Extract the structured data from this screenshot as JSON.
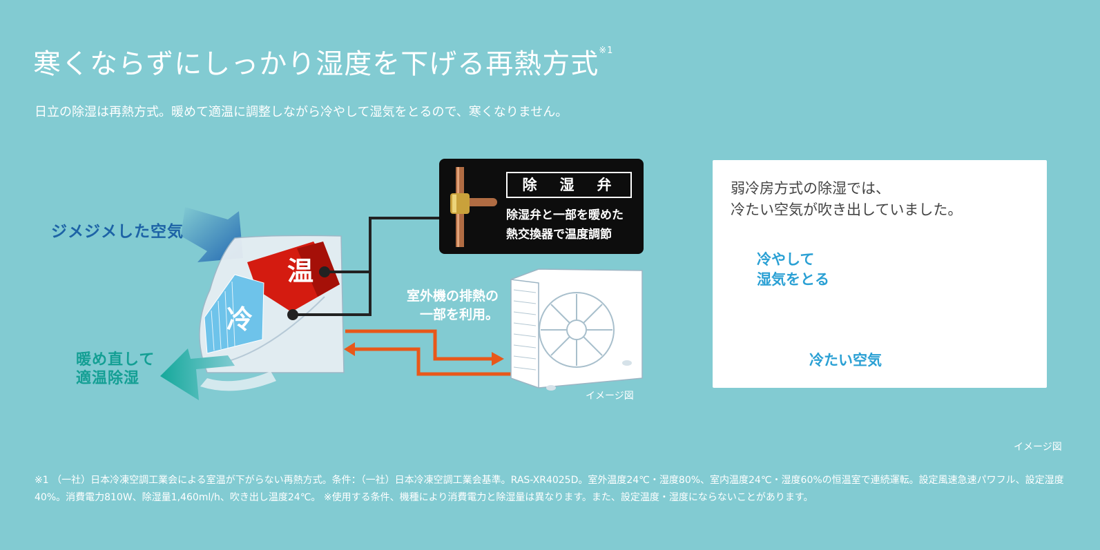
{
  "header": {
    "title": "寒くならずにしっかり湿度を下げる再熱方式",
    "title_note": "※1",
    "subtitle": "日立の除湿は再熱方式。暖めて適温に調整しながら冷やして湿気をとるので、寒くなりません。"
  },
  "diagram": {
    "humid_air_label": "ジメジメした空気",
    "rewarm_label_line1": "暖め直して",
    "rewarm_label_line2": "適温除湿",
    "warm_char": "温",
    "cold_char": "冷",
    "valve": {
      "title": "除　湿　弁",
      "desc_line1": "除湿弁と一部を暖めた",
      "desc_line2": "熱交換器で温度調節"
    },
    "outdoor_line1": "室外機の排熱の",
    "outdoor_line2": "一部を利用。",
    "caption": "イメージ図",
    "colors": {
      "warm": "#d41b10",
      "cold": "#6ec3ea",
      "arrow": "#e8581a",
      "valve_bg": "#0d0d0d"
    }
  },
  "comparison": {
    "text_line1": "弱冷房方式の除湿では、",
    "text_line2": "冷たい空気が吹き出していました。",
    "cool_remove_line1": "冷やして",
    "cool_remove_line2": "湿気をとる",
    "cold_air": "冷たい空気"
  },
  "caption2": "イメージ図",
  "footnote": "※1 （一社）日本冷凍空調工業会による室温が下がらない再熱方式。条件：（一社）日本冷凍空調工業会基準。RAS-XR4025D。室外温度24℃・湿度80%、室内温度24℃・湿度60%の恒温室で連続運転。設定風速急速パワフル、設定湿度40%。消費電力810W、除湿量1,460ml/h、吹き出し温度24℃。 ※使用する条件、機種により消費電力と除湿量は異なります。また、設定温度・湿度にならないことがあります。"
}
